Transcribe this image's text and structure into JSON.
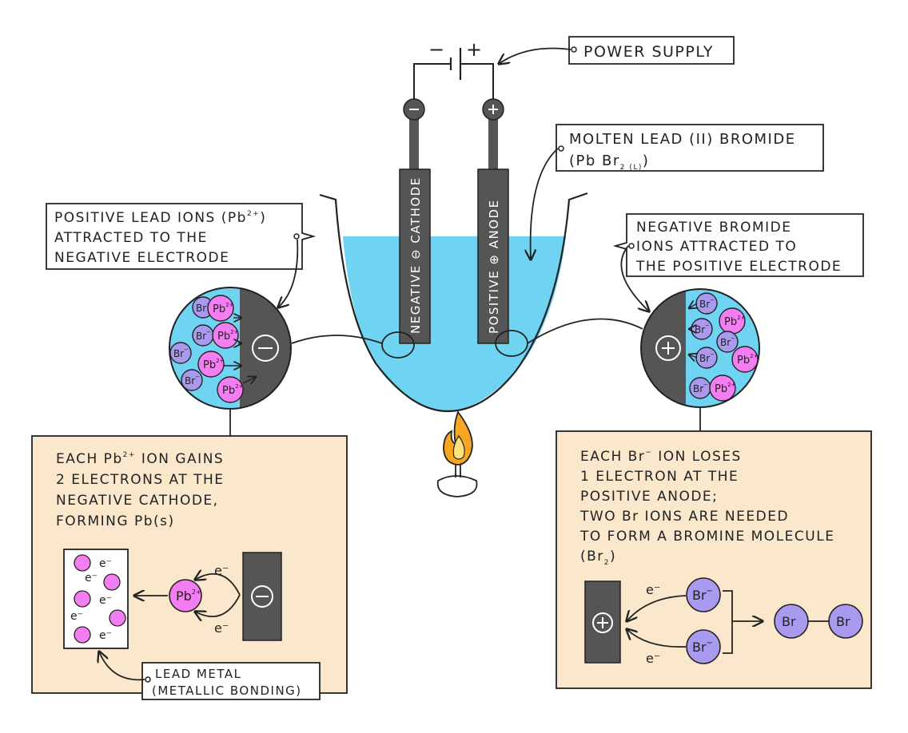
{
  "power_supply": {
    "label": "POWER SUPPLY",
    "minus": "−",
    "plus": "+"
  },
  "electrolyte": {
    "line1": "MOLTEN  LEAD (II)  BROMIDE",
    "formula_main": "(Pb Br",
    "formula_sub": "2 (L)",
    "formula_close": ")"
  },
  "electrodes": {
    "cathode_label": "NEGATIVE ⊖ CATHODE",
    "anode_label": "POSITIVE ⊕ ANODE",
    "cathode_terminal": "−",
    "anode_terminal": "+"
  },
  "left_callout": {
    "line1": "POSITIVE  LEAD  IONS (Pb",
    "line1_sup": "2+",
    "line1_end": ")",
    "line2": "ATTRACTED  TO  THE",
    "line3": "NEGATIVE  ELECTRODE"
  },
  "right_callout": {
    "line1": "NEGATIVE  BROMIDE",
    "line2": "IONS  ATTRACTED  TO",
    "line3": "THE  POSITIVE  ELECTRODE"
  },
  "ions": {
    "pb": "Pb",
    "pb_charge": "2+",
    "br": "Br",
    "br_charge": "−",
    "electron": "e⁻"
  },
  "left_box": {
    "line1a": "EACH  Pb",
    "line1_sup": "2+",
    "line1b": " ION  GAINS",
    "line2": "2  ELECTRONS  AT  THE",
    "line3": "NEGATIVE  CATHODE,",
    "line4": "FORMING  Pb(s)",
    "metal_label1": "LEAD  METAL",
    "metal_label2": "(METALLIC  BONDING)"
  },
  "right_box": {
    "line1a": "EACH  Br",
    "line1_sup": "−",
    "line1b": "  ION  LOSES",
    "line2": "1  ELECTRON  AT  THE",
    "line3": "POSITIVE  ANODE;",
    "line4": "TWO  Br  IONS  ARE  NEEDED",
    "line5": "TO  FORM  A  BROMINE  MOLECULE",
    "line6": "(Br",
    "line6_sub": "2",
    "line6_end": ")"
  },
  "colors": {
    "molten": "#6fd3f2",
    "electrode": "#555555",
    "pb_ion": "#f27ef2",
    "br_ion": "#a99af0",
    "box_fill": "#fbe8cc",
    "flame": "#f6a623"
  }
}
